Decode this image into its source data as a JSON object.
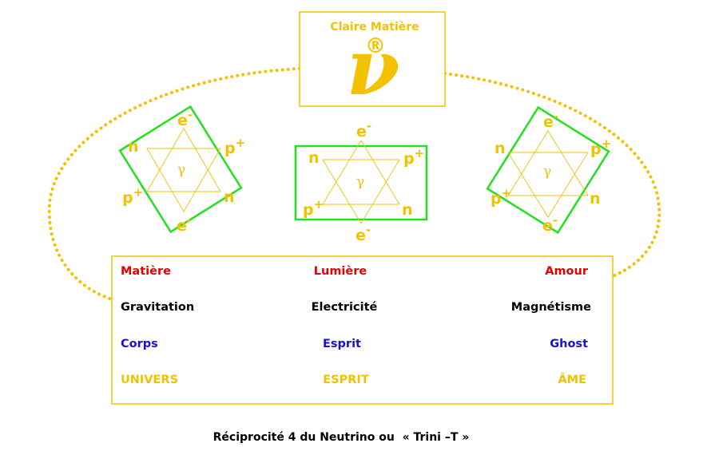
{
  "brand": {
    "name": "Claire Matière",
    "registered_mark": "®",
    "symbol": "ν"
  },
  "colors": {
    "gold": "#f2c200",
    "green": "#22e01e",
    "red": "#e60000",
    "blue": "#1a10d8",
    "black": "#000000"
  },
  "hexagrams": [
    {
      "labels": {
        "electron": "e",
        "neutron": "n",
        "proton": "p",
        "gamma": "γ"
      },
      "charges": {
        "electron": "-",
        "proton": "+"
      }
    },
    {
      "labels": {
        "electron": "e",
        "neutron": "n",
        "proton": "p",
        "gamma": "γ"
      },
      "charges": {
        "electron": "-",
        "proton": "+"
      }
    },
    {
      "labels": {
        "electron": "e",
        "neutron": "n",
        "proton": "p",
        "gamma": "γ"
      },
      "charges": {
        "electron": "-",
        "proton": "+"
      }
    }
  ],
  "table": {
    "rows": [
      {
        "left": "Matière",
        "center": "Lumière",
        "right": "Amour",
        "color": "#e60000"
      },
      {
        "left": "Gravitation",
        "center": "Electricité",
        "right": "Magnétisme",
        "color": "#000000"
      },
      {
        "left": "Corps",
        "center": "Esprit",
        "right": "Ghost",
        "color": "#1a10d8"
      },
      {
        "left": "UNIVERS",
        "center": "ESPRIT",
        "right": "ÂME",
        "color": "#f2c200"
      }
    ]
  },
  "caption": "Réciprocité 4 du Neutrino ou  « Trini –T »"
}
